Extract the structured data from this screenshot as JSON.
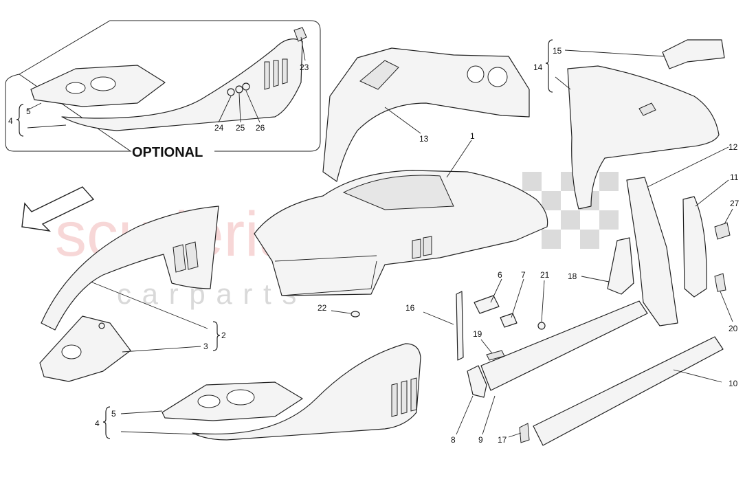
{
  "inset": {
    "caption": "OPTIONAL"
  },
  "watermark": {
    "brand": "scuderia",
    "sub": "c a r   p a r t s",
    "brand_color": "#f2b8b8"
  },
  "callouts": {
    "n1": "1",
    "n2": "2",
    "n3": "3",
    "n4": "4",
    "n4b": "4",
    "n5": "5",
    "n5b": "5",
    "n6": "6",
    "n7": "7",
    "n8": "8",
    "n9": "9",
    "n10": "10",
    "n11": "11",
    "n12": "12",
    "n13": "13",
    "n14": "14",
    "n15": "15",
    "n16": "16",
    "n17": "17",
    "n18": "18",
    "n19": "19",
    "n20": "20",
    "n21": "21",
    "n22": "22",
    "n23": "23",
    "n24": "24",
    "n25": "25",
    "n26": "26",
    "n27": "27"
  },
  "icons": {
    "direction": "front-arrow-icon"
  }
}
